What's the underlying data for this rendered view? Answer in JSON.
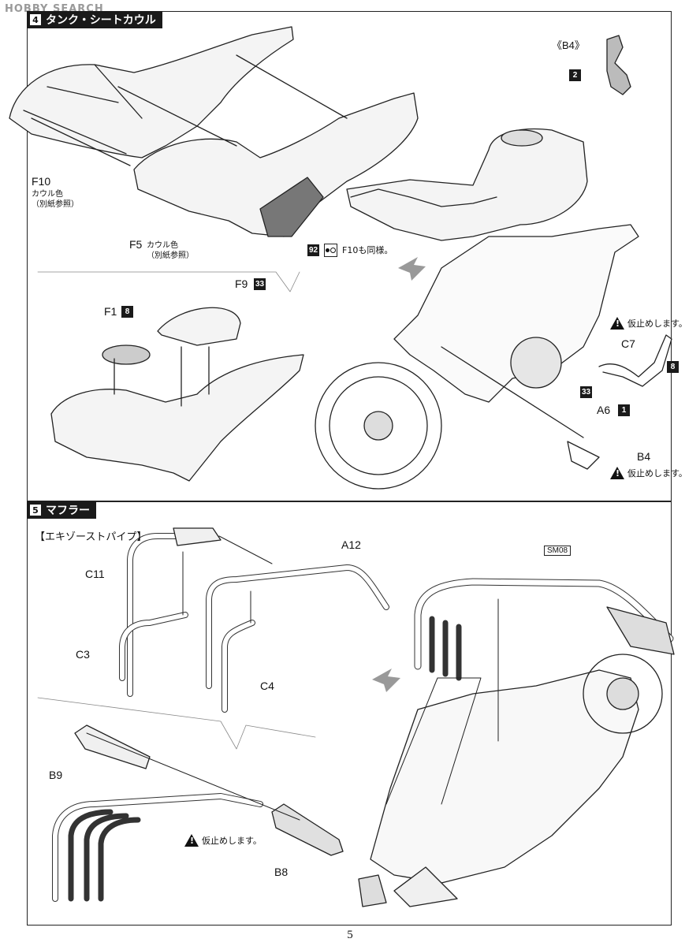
{
  "watermark": "HOBBY SEARCH",
  "page_number": "5",
  "step4": {
    "number": "4",
    "title": "タンク・シートカウル",
    "ref_b4": "《B4》",
    "badge_2": "2",
    "f10": {
      "label": "F10",
      "color": "カウル色",
      "ref": "（別紙参照）"
    },
    "f5": {
      "label": "F5",
      "color": "カウル色",
      "ref": "（別紙参照）"
    },
    "badge_92": "92",
    "f10_note": "F10も同様。",
    "f9": {
      "label": "F9",
      "badge": "33"
    },
    "f1": {
      "label": "F1",
      "badge": "8"
    },
    "c7": {
      "label": "C7",
      "badge": "8"
    },
    "warn_top": "仮止めします。",
    "badge_33": "33",
    "a6": {
      "label": "A6",
      "badge": "1"
    },
    "b4": {
      "label": "B4"
    },
    "warn_b4": "仮止めします。"
  },
  "step5": {
    "number": "5",
    "title": "マフラー",
    "subtitle": "【エキゾーストパイプ】",
    "c11": "C11",
    "a12": "A12",
    "c3": "C3",
    "c4": "C4",
    "sm08": "SM08",
    "b9": "B9",
    "b8": "B8",
    "warn": "仮止めします。"
  }
}
